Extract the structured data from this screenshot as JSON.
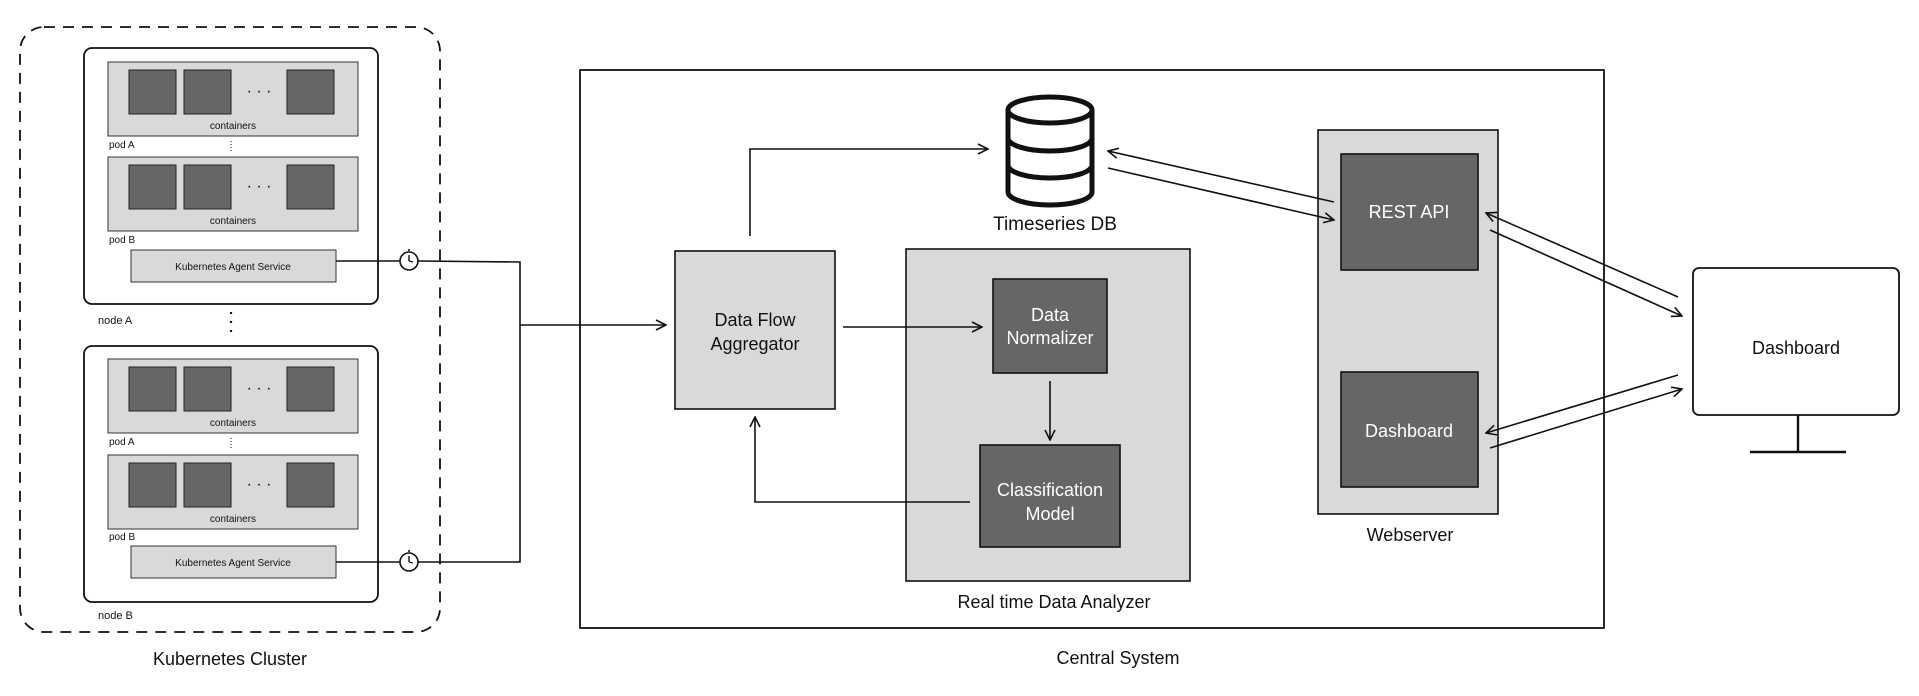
{
  "cluster": {
    "title": "Kubernetes Cluster",
    "nodes": [
      {
        "label": "node A",
        "pods": [
          {
            "label": "pod A",
            "containers_label": "containers"
          },
          {
            "label": "pod B",
            "containers_label": "containers"
          }
        ],
        "agent_label": "Kubernetes Agent Service"
      },
      {
        "label": "node B",
        "pods": [
          {
            "label": "pod A",
            "containers_label": "containers"
          },
          {
            "label": "pod B",
            "containers_label": "containers"
          }
        ],
        "agent_label": "Kubernetes Agent Service"
      }
    ]
  },
  "central": {
    "title": "Central System",
    "aggregator": {
      "lines": [
        "Data Flow",
        "Aggregator"
      ]
    },
    "timeseries_db": {
      "label": "Timeseries DB"
    },
    "analyzer": {
      "title": "Real time Data Analyzer",
      "normalizer": {
        "lines": [
          "Data",
          "Normalizer"
        ]
      },
      "classifier": {
        "lines": [
          "Classification",
          "Model"
        ]
      }
    },
    "webserver": {
      "title": "Webserver",
      "rest_api": {
        "label": "REST API"
      },
      "dashboard": {
        "label": "Dashboard"
      }
    }
  },
  "monitor": {
    "label": "Dashboard"
  },
  "colors": {
    "light_box": "#d9d9d9",
    "dark_box": "#666666",
    "stroke": "#111111"
  },
  "icons": {
    "timer": "stopwatch-icon",
    "database": "database-icon",
    "monitor": "monitor-icon"
  }
}
